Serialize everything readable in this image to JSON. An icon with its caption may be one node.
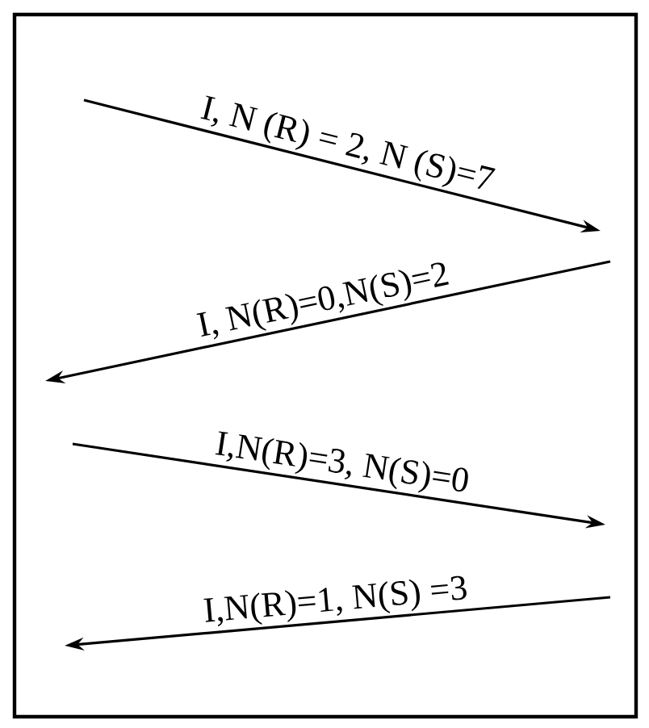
{
  "diagram": {
    "labels": [
      "I, N (R) = 2, N (S)=7",
      "I, N(R)=0,N(S)=2",
      "I,N(R)=3, N(S)=0",
      "I,N(R)=1, N(S) =3"
    ]
  }
}
